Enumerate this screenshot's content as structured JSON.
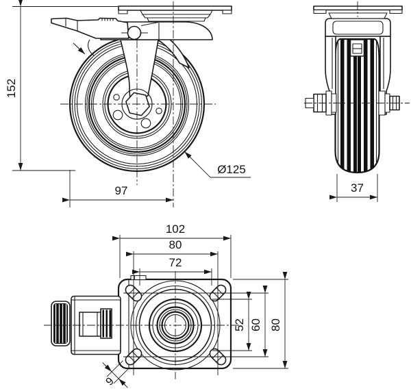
{
  "drawing": {
    "background": "#ffffff",
    "line_color": "#1a1a1a",
    "type": "technical-drawing-caster-wheel-three-views",
    "dimensions": {
      "overall_height": "152",
      "swivel_offset": "97",
      "wheel_diameter": "Ø125",
      "wheel_width": "37",
      "plate_length": "102",
      "bolt_spacing_length": "80",
      "inner_length": "72",
      "slot_inner_height": "52",
      "bolt_spacing_width": "60",
      "plate_width": "80",
      "slot_width": "9"
    }
  }
}
